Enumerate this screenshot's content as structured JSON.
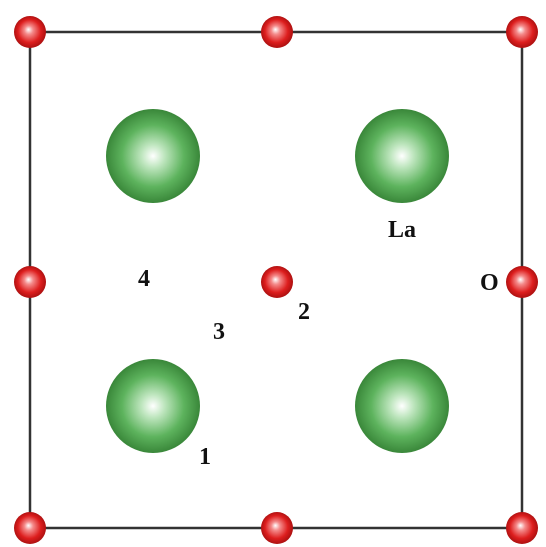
{
  "diagram": {
    "colors": {
      "background": "#ffffff",
      "cell_edge": "#333333",
      "la_atom": "#3f9a3f",
      "o_atom": "#d61a1a",
      "label_text": "#111111"
    },
    "atoms": [
      {
        "species": "O",
        "role": "corner"
      },
      {
        "species": "O",
        "role": "edge-mid"
      },
      {
        "species": "O",
        "role": "corner"
      },
      {
        "species": "O",
        "role": "edge-mid"
      },
      {
        "species": "O",
        "role": "center"
      },
      {
        "species": "O",
        "role": "edge-mid"
      },
      {
        "species": "O",
        "role": "corner"
      },
      {
        "species": "O",
        "role": "edge-mid"
      },
      {
        "species": "O",
        "role": "corner"
      },
      {
        "species": "La",
        "role": "interior"
      },
      {
        "species": "La",
        "role": "interior"
      },
      {
        "species": "La",
        "role": "interior"
      },
      {
        "species": "La",
        "role": "interior"
      }
    ],
    "labels": {
      "la": "La",
      "o": "O",
      "site_1": "1",
      "site_2": "2",
      "site_3": "3",
      "site_4": "4"
    }
  }
}
